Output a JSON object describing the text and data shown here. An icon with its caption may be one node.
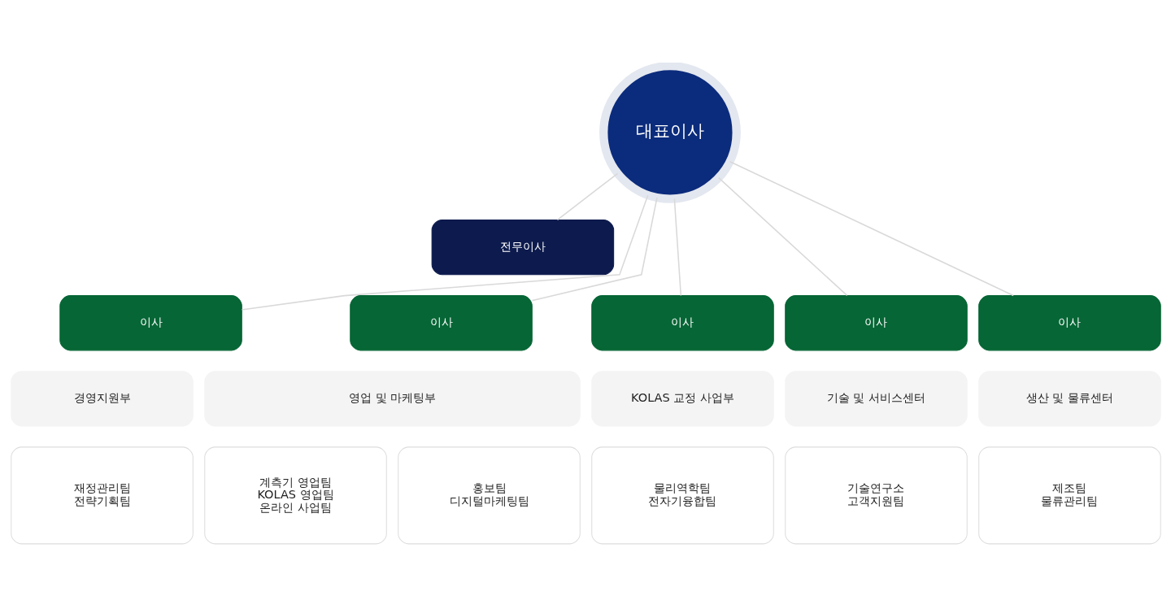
{
  "diagram": {
    "nodes": [
      {
        "text": [
          "대표이사"
        ]
      },
      {
        "text": [
          "전무이사"
        ]
      },
      {
        "text": [
          "이사"
        ]
      },
      {
        "text": [
          "경영지원부"
        ]
      },
      {
        "text": [
          "재정관리팀",
          "전략기획팀"
        ]
      },
      {
        "text": [
          "이사"
        ]
      },
      {
        "text": [
          "영업 및 마케팅부"
        ]
      },
      {
        "text": [
          "계측기 영업팀",
          "KOLAS 영업팀",
          "온라인 사업팀"
        ]
      },
      {
        "text": [
          "홍보팀",
          "디지털마케팅팀"
        ]
      },
      {
        "text": [
          "이사"
        ]
      },
      {
        "text": [
          "KOLAS 교정 사업부"
        ]
      },
      {
        "text": [
          "물리역학팀",
          "전자기융합팀"
        ]
      },
      {
        "text": [
          "이사"
        ]
      },
      {
        "text": [
          "기술 및 서비스센터"
        ]
      },
      {
        "text": [
          "기술연구소",
          "고객지원팀"
        ]
      },
      {
        "text": [
          "이사"
        ]
      },
      {
        "text": [
          "생산 및 물류센터"
        ]
      },
      {
        "text": [
          "제조팀",
          "물류관리팀"
        ]
      }
    ],
    "edges": [
      {
        "from": 0,
        "to": 1,
        "arrow": "none"
      },
      {
        "from": 0,
        "to": 2,
        "arrow": "none"
      },
      {
        "from": 0,
        "to": 5,
        "arrow": "none"
      },
      {
        "from": 0,
        "to": 9,
        "arrow": "none"
      },
      {
        "from": 0,
        "to": 12,
        "arrow": "none"
      },
      {
        "from": 0,
        "to": 15,
        "arrow": "none"
      }
    ]
  }
}
